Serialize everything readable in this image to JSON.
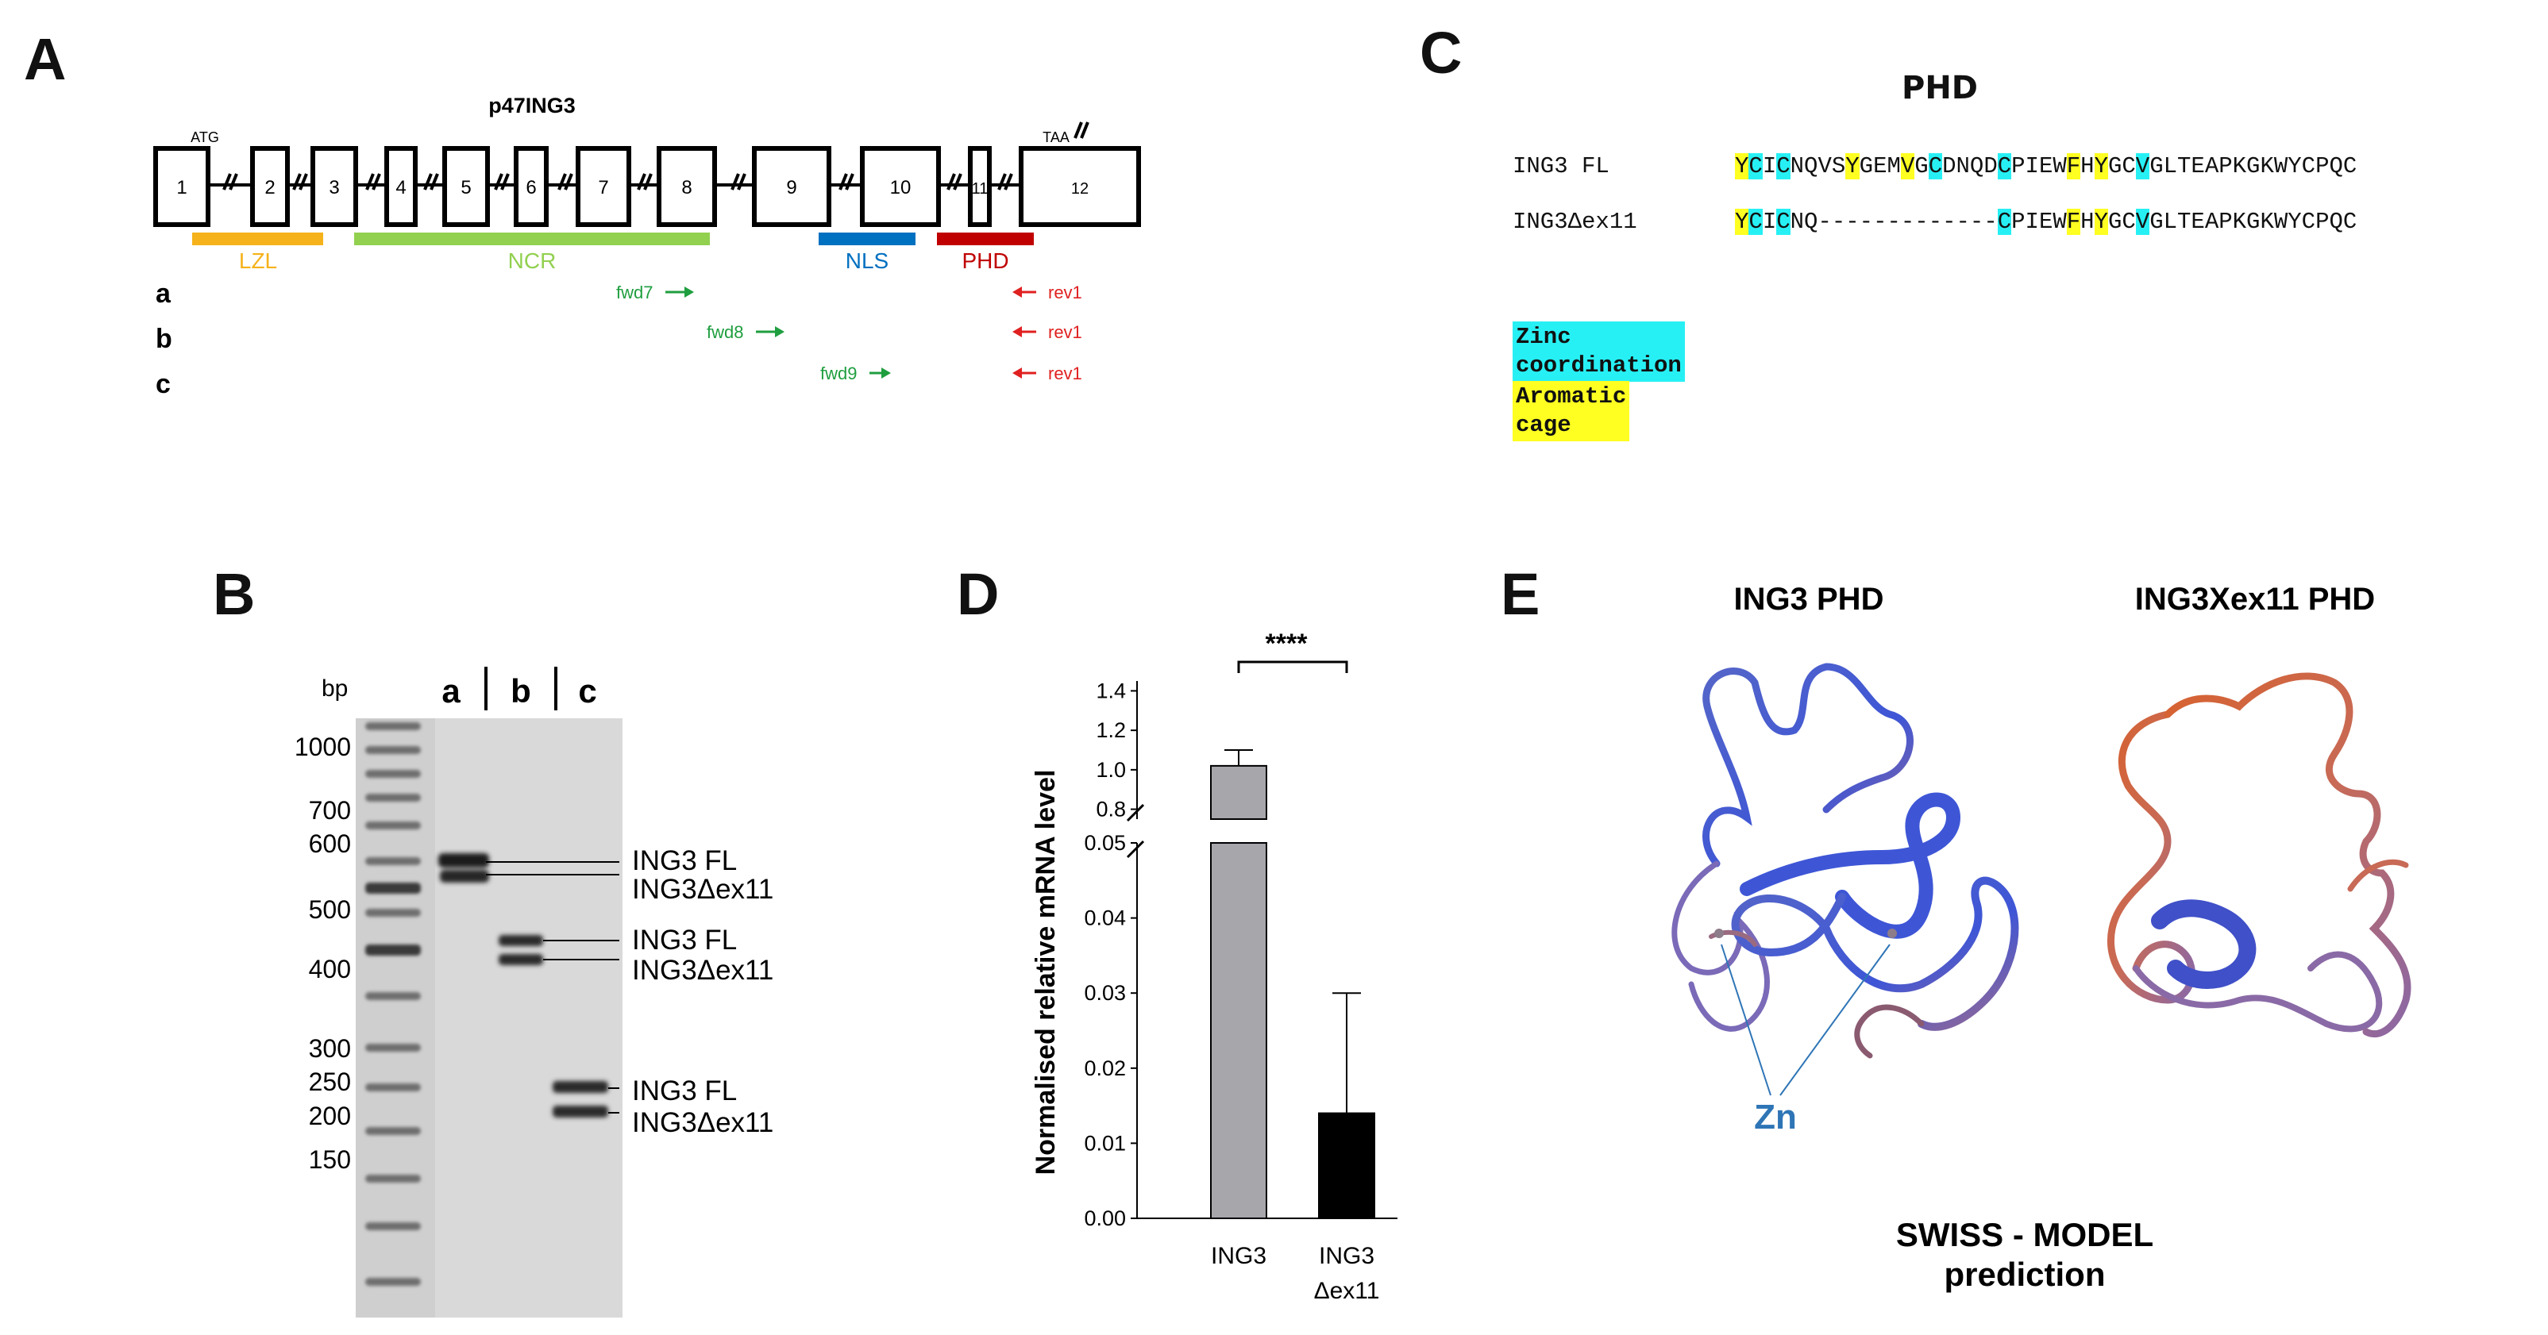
{
  "panel_labels": {
    "a": "A",
    "b": "B",
    "c": "C",
    "d": "D",
    "e": "E"
  },
  "panelA": {
    "title": "p47ING3",
    "atg": "ATG",
    "taa": "TAA",
    "exons": [
      "1",
      "2",
      "3",
      "4",
      "5",
      "6",
      "7",
      "8",
      "9",
      "10",
      "11",
      "12"
    ],
    "domains": [
      {
        "name": "LZL",
        "color": "#f5b21a"
      },
      {
        "name": "NCR",
        "color": "#92d050"
      },
      {
        "name": "NLS",
        "color": "#0070c0"
      },
      {
        "name": "PHD",
        "color": "#c00000"
      }
    ],
    "rows": [
      "a",
      "b",
      "c"
    ],
    "forward_primers": [
      "fwd7",
      "fwd8",
      "fwd9"
    ],
    "reverse_primer": "rev1"
  },
  "panelB": {
    "bp_label": "bp",
    "lanes": [
      "a",
      "b",
      "c"
    ],
    "markers": [
      "1000",
      "700",
      "600",
      "500",
      "400",
      "300",
      "250",
      "200",
      "150"
    ],
    "band_labels": [
      "ING3 FL",
      "ING3Δex11",
      "ING3 FL",
      "ING3Δex11",
      "ING3 FL",
      "ING3Δex11"
    ]
  },
  "panelC": {
    "title": "PHD",
    "names": [
      "ING3 FL",
      "ING3Δex11"
    ],
    "seq_fl": "YCICNQVSYGEMVGCDNQDCPIEWFHYGCVGLTEAPKGKWYCPQC",
    "seq_del": "YCICNQ-------------CPIEWFHYGCVGLTEAPKGKWYCPQC",
    "legend_zinc": "Zinc coordination",
    "legend_aromatic": "Aromatic cage",
    "zinc_color": "#27f0f4",
    "aromatic_color": "#ffff21"
  },
  "chart_data": {
    "type": "bar",
    "categories": [
      "ING3",
      "ING3 Δex11"
    ],
    "values": [
      1.02,
      0.014
    ],
    "errors": [
      0.08,
      0.016
    ],
    "colors": [
      "#a6a6ab",
      "#000000"
    ],
    "ylabel": "Normalised relative mRNA level",
    "yticks_lower": [
      "0.00",
      "0.01",
      "0.02",
      "0.03",
      "0.04",
      "0.05"
    ],
    "yticks_upper": [
      "0.8",
      "1.0",
      "1.2",
      "1.4"
    ],
    "ylim_lower": [
      0,
      0.05
    ],
    "ylim_upper": [
      0.75,
      1.45
    ],
    "axis_break": true,
    "significance": "****"
  },
  "panelE": {
    "title_left": "ING3 PHD",
    "title_right": "ING3Xex11 PHD",
    "zn_label": "Zn",
    "caption_line1": "SWISS - MODEL",
    "caption_line2": "prediction"
  }
}
